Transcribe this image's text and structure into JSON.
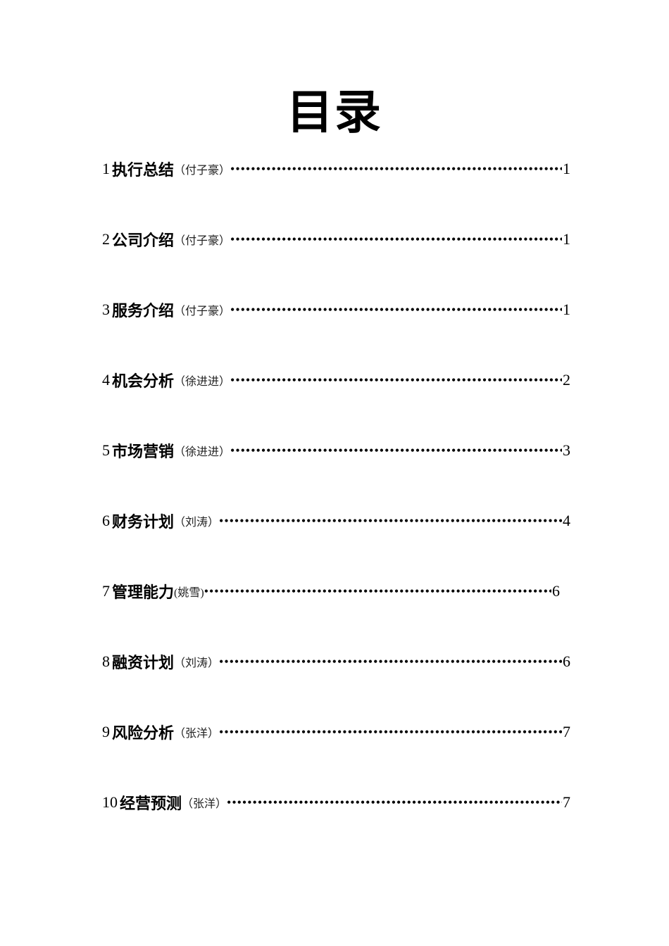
{
  "title": "目录",
  "toc": [
    {
      "num": "1",
      "heading": "执行总结",
      "author": "（付子豪）",
      "page": "1"
    },
    {
      "num": "2",
      "heading": "公司介绍",
      "author": "（付子豪）",
      "page": "1"
    },
    {
      "num": "3",
      "heading": "服务介绍",
      "author": "（付子豪）",
      "page": "1"
    },
    {
      "num": "4",
      "heading": "机会分析",
      "author": "（徐进进）",
      "page": "2"
    },
    {
      "num": "5",
      "heading": "市场营销",
      "author": "（徐进进）",
      "page": "3"
    },
    {
      "num": "6",
      "heading": "财务计划",
      "author": "（刘涛）",
      "page": "4"
    },
    {
      "num": "7",
      "heading": "管理能力",
      "author": "(姚雪)",
      "page": "6"
    },
    {
      "num": "8",
      "heading": "融资计划",
      "author": "（刘涛）",
      "page": "6"
    },
    {
      "num": "9",
      "heading": "风险分析",
      "author": "（张洋）",
      "page": "7"
    },
    {
      "num": "10",
      "heading": "经营预测",
      "author": "（张洋）",
      "page": "7"
    }
  ],
  "leader": "••••••••••••••••••••••••••••••••••••••••••••••••••••••••••••••••••••••••••••••••"
}
